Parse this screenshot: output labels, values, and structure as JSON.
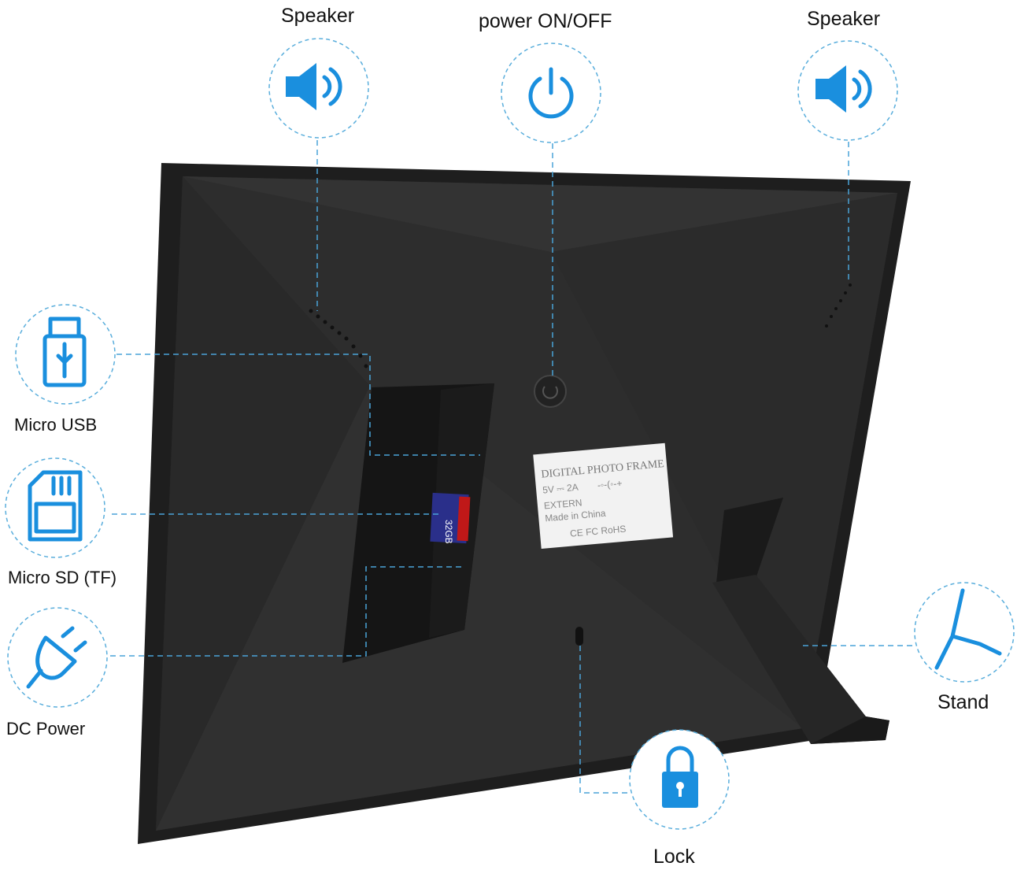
{
  "callouts": {
    "speaker_left": "Speaker",
    "power": "power ON/OFF",
    "speaker_right": "Speaker",
    "micro_usb": "Micro USB",
    "micro_sd": "Micro SD (TF)",
    "dc_power": "DC Power",
    "stand": "Stand",
    "lock": "Lock"
  },
  "sticker": {
    "title": "DIGITAL PHOTO FRAME",
    "rating": "5V ⎓ 2A",
    "polarity": "-◦-(◦-+",
    "line3": "EXTERN",
    "line4": "Made in China",
    "marks": "CE FC RoHS"
  },
  "sd_card": {
    "capacity": "32GB"
  },
  "colors": {
    "accent": "#1a8fde",
    "frame": "#2a2a2a"
  }
}
